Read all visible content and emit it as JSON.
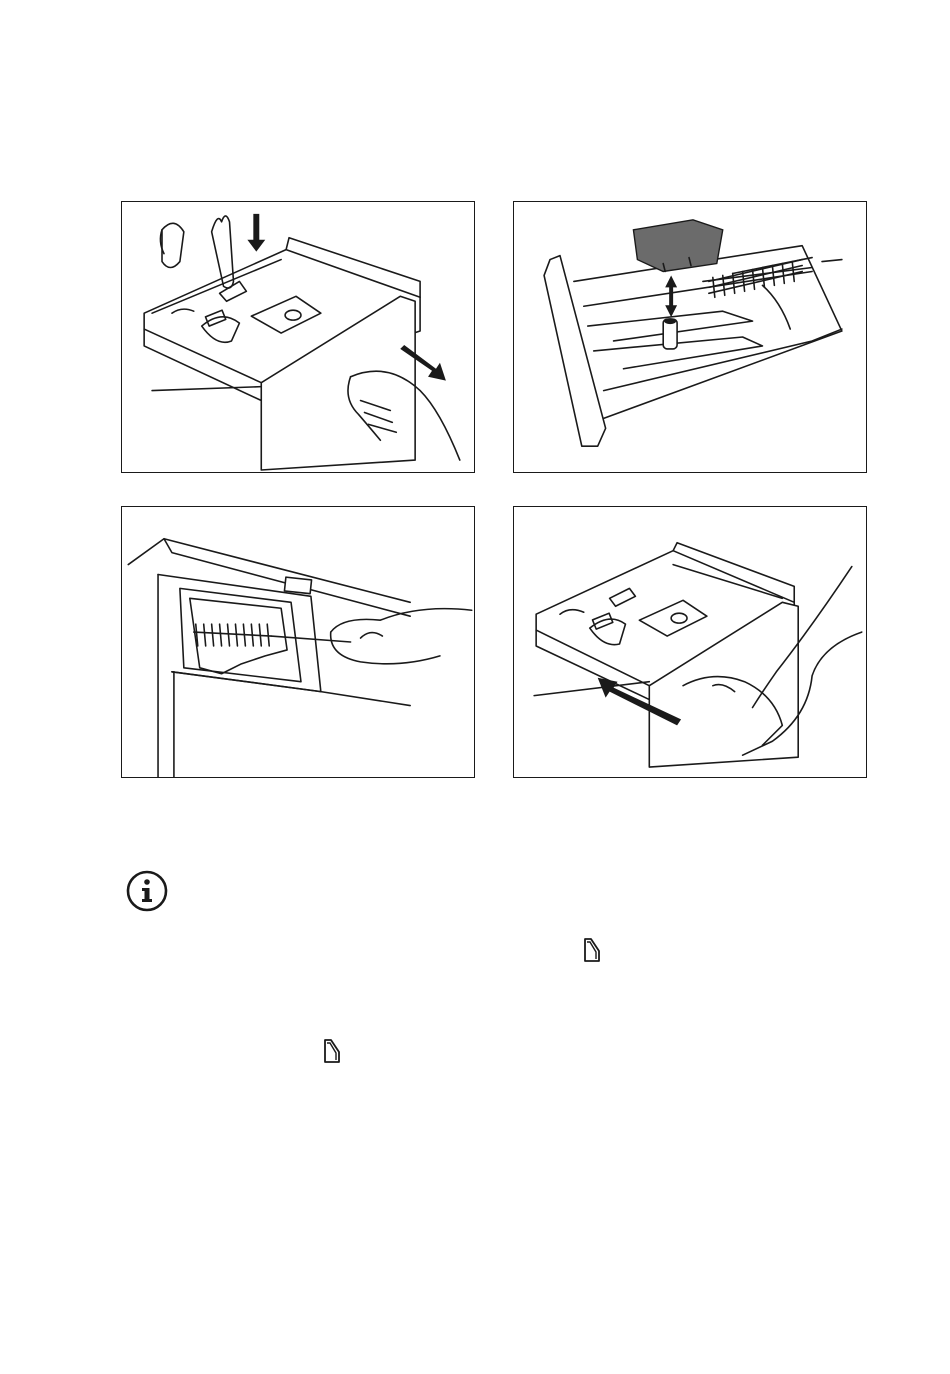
{
  "page": {
    "figures": [
      {
        "id": "step-1",
        "icons": [
          "arrow-down-icon",
          "arrow-pull-icon"
        ]
      },
      {
        "id": "step-2",
        "icons": [
          "arrow-updown-icon"
        ]
      },
      {
        "id": "step-3",
        "icons": []
      },
      {
        "id": "step-4",
        "icons": [
          "arrow-push-icon"
        ]
      }
    ],
    "info_icon": "info-icon",
    "inline_icons": [
      "softener-compartment-icon",
      "softener-compartment-icon"
    ]
  }
}
